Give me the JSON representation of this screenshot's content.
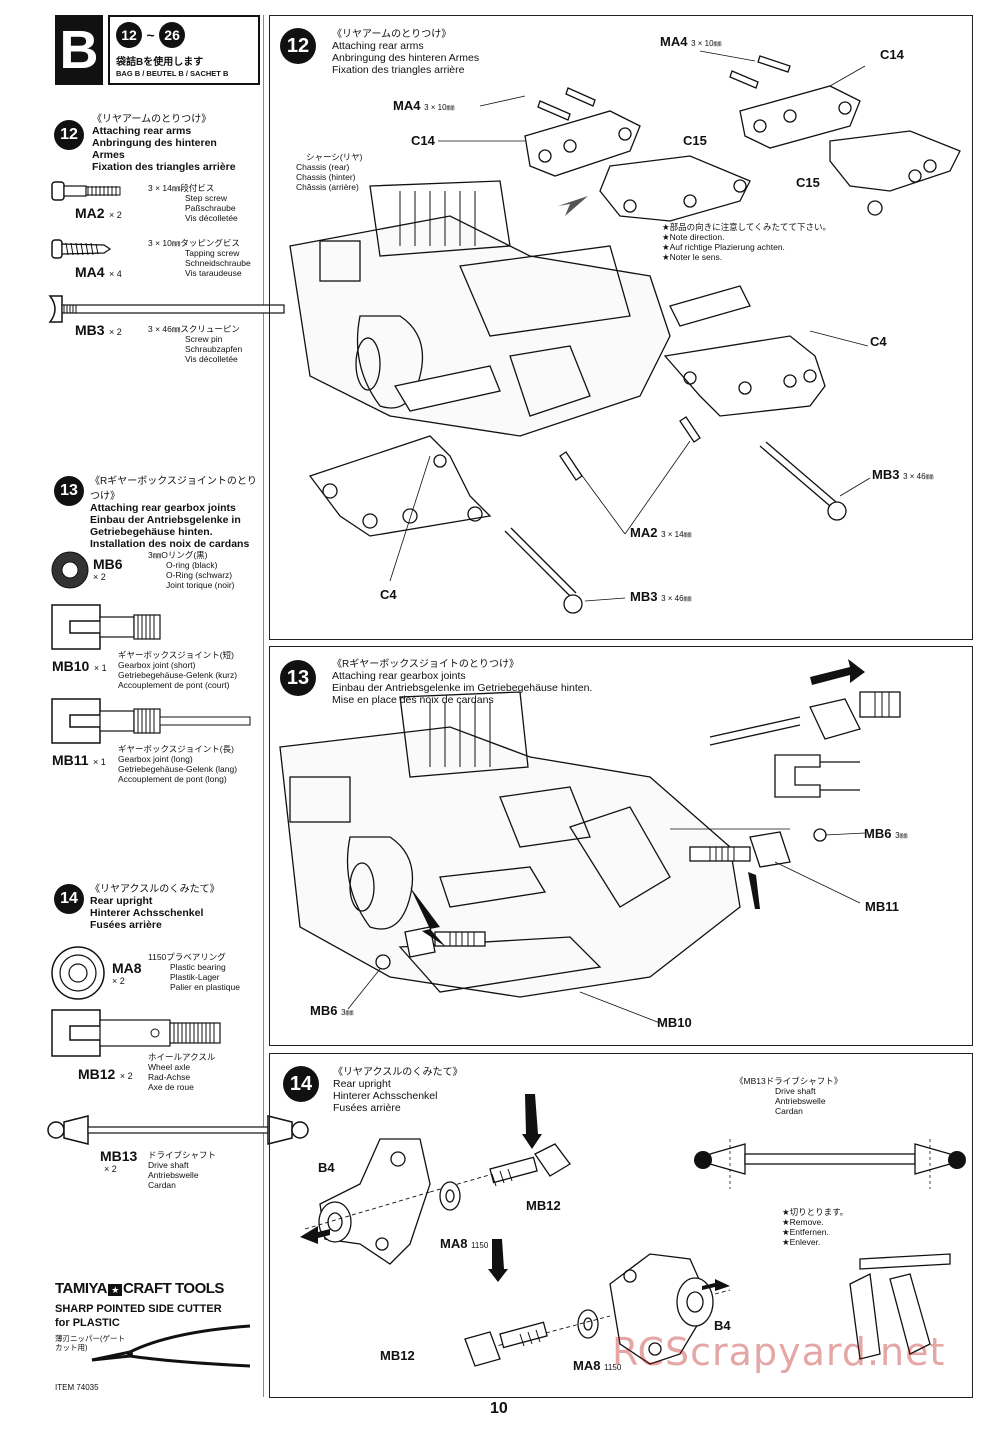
{
  "bag": {
    "letter": "B",
    "steps_from": "12",
    "steps_to": "26",
    "jp": "袋詰Bを使用します",
    "subtitle": "BAG B / BEUTEL B / SACHET B"
  },
  "left": {
    "step12": {
      "num": "12",
      "jp": "《リヤアームのとりつけ》",
      "lines": [
        "Attaching rear arms",
        "Anbringung des hinteren",
        "Armes",
        "Fixation des triangles arrière"
      ]
    },
    "parts12": [
      {
        "code": "MA2",
        "qty": "× 2",
        "jp": "3 × 14㎜段付ビス",
        "desc": [
          "Step screw",
          "Paßschraube",
          "Vis décolletée"
        ]
      },
      {
        "code": "MA4",
        "qty": "× 4",
        "jp": "3 × 10㎜タッピングビス",
        "desc": [
          "Tapping screw",
          "Schneidschraube",
          "Vis taraudeuse"
        ]
      },
      {
        "code": "MB3",
        "qty": "× 2",
        "jp": "3 × 46㎜スクリューピン",
        "desc": [
          "Screw pin",
          "Schraubzapfen",
          "Vis décolletée"
        ]
      }
    ],
    "step13": {
      "num": "13",
      "jp": "《Rギヤーボックスジョイントのとりつけ》",
      "lines": [
        "Attaching rear gearbox joints",
        "Einbau der Antriebsgelenke in",
        "Getriebegehäuse hinten.",
        "Installation des noix de cardans"
      ]
    },
    "parts13": [
      {
        "code": "MB6",
        "qty": "× 2",
        "jp": "3㎜Oリング(黒)",
        "desc": [
          "O-ring (black)",
          "O-Ring (schwarz)",
          "Joint torique (noir)"
        ]
      },
      {
        "code": "MB10",
        "qty": "× 1",
        "jp": "ギヤーボックスジョイント(短)",
        "desc": [
          "Gearbox joint (short)",
          "Getriebegehäuse-Gelenk (kurz)",
          "Accouplement de pont (court)"
        ]
      },
      {
        "code": "MB11",
        "qty": "× 1",
        "jp": "ギヤーボックスジョイント(長)",
        "desc": [
          "Gearbox joint (long)",
          "Getriebegehäuse-Gelenk (lang)",
          "Accouplement de pont (long)"
        ]
      }
    ],
    "step14": {
      "num": "14",
      "jp": "《リヤアクスルのくみたて》",
      "lines": [
        "Rear upright",
        "Hinterer Achsschenkel",
        "Fusées arrière"
      ]
    },
    "parts14": [
      {
        "code": "MA8",
        "qty": "× 2",
        "jp": "1150プラベアリング",
        "desc": [
          "Plastic bearing",
          "Plastik-Lager",
          "Palier en plastique"
        ]
      },
      {
        "code": "MB12",
        "qty": "× 2",
        "jp": "ホイールアクスル",
        "desc": [
          "Wheel axle",
          "Rad-Achse",
          "Axe de roue"
        ]
      },
      {
        "code": "MB13",
        "qty": "× 2",
        "jp": "ドライブシャフト",
        "desc": [
          "Drive shaft",
          "Antriebswelle",
          "Cardan"
        ]
      }
    ],
    "tools": {
      "brand": "TAMIYA",
      "brand2": "CRAFT TOOLS",
      "line1": "SHARP POINTED SIDE CUTTER",
      "line2": "for PLASTIC",
      "jp1": "薄刃ニッパー(ゲート",
      "jp2": "カット用)"
    },
    "item": "ITEM 74035"
  },
  "panel12": {
    "num": "12",
    "jp": "《リヤアームのとりつけ》",
    "lines": [
      "Attaching rear arms",
      "Anbringung des hinteren Armes",
      "Fixation des triangles arrière"
    ],
    "chassis_jp": "シャーシ(リヤ)",
    "chassis": [
      "Chassis (rear)",
      "Chassis (hinter)",
      "Châssis (arrière)"
    ],
    "note_jp": "★部品の向きに注意してくみたてて下さい。",
    "notes": [
      "★Note direction.",
      "★Auf richtige Plazierung achten.",
      "★Noter le sens."
    ],
    "labels": {
      "ma4a": "MA4",
      "ma4a_s": "3 × 10㎜",
      "ma4b": "MA4",
      "ma4b_s": "3 × 10㎜",
      "c14a": "C14",
      "c14b": "C14",
      "c15a": "C15",
      "c15b": "C15",
      "c4a": "C4",
      "c4b": "C4",
      "mb3a": "MB3",
      "mb3a_s": "3 × 46㎜",
      "mb3b": "MB3",
      "mb3b_s": "3 × 46㎜",
      "ma2": "MA2",
      "ma2_s": "3 × 14㎜"
    }
  },
  "panel13": {
    "num": "13",
    "jp": "《Rギヤーボックスジョイトのとりつけ》",
    "lines": [
      "Attaching rear gearbox joints",
      "Einbau der Antriebsgelenke im Getriebegehäuse hinten.",
      "Mise en place des noix de cardans"
    ],
    "labels": {
      "mb6a": "MB6",
      "mb6a_s": "3㎜",
      "mb6b": "MB6",
      "mb6b_s": "3㎜",
      "mb11": "MB11",
      "mb10": "MB10"
    }
  },
  "panel14": {
    "num": "14",
    "jp": "《リヤアクスルのくみたて》",
    "lines": [
      "Rear upright",
      "Hinterer Achsschenkel",
      "Fusées arrière"
    ],
    "mb13_jp": "《MB13ドライブシャフト》",
    "mb13": [
      "Drive shaft",
      "Antriebswelle",
      "Cardan"
    ],
    "cut_jp": "★切りとります。",
    "cut": [
      "★Remove.",
      "★Entfernen.",
      "★Enlever."
    ],
    "labels": {
      "b4a": "B4",
      "b4b": "B4",
      "ma8a": "MA8",
      "ma8a_s": "1150",
      "ma8b": "MA8",
      "ma8b_s": "1150",
      "mb12a": "MB12",
      "mb12b": "MB12"
    }
  },
  "page": "10",
  "watermark": "RCScrapyard.net"
}
